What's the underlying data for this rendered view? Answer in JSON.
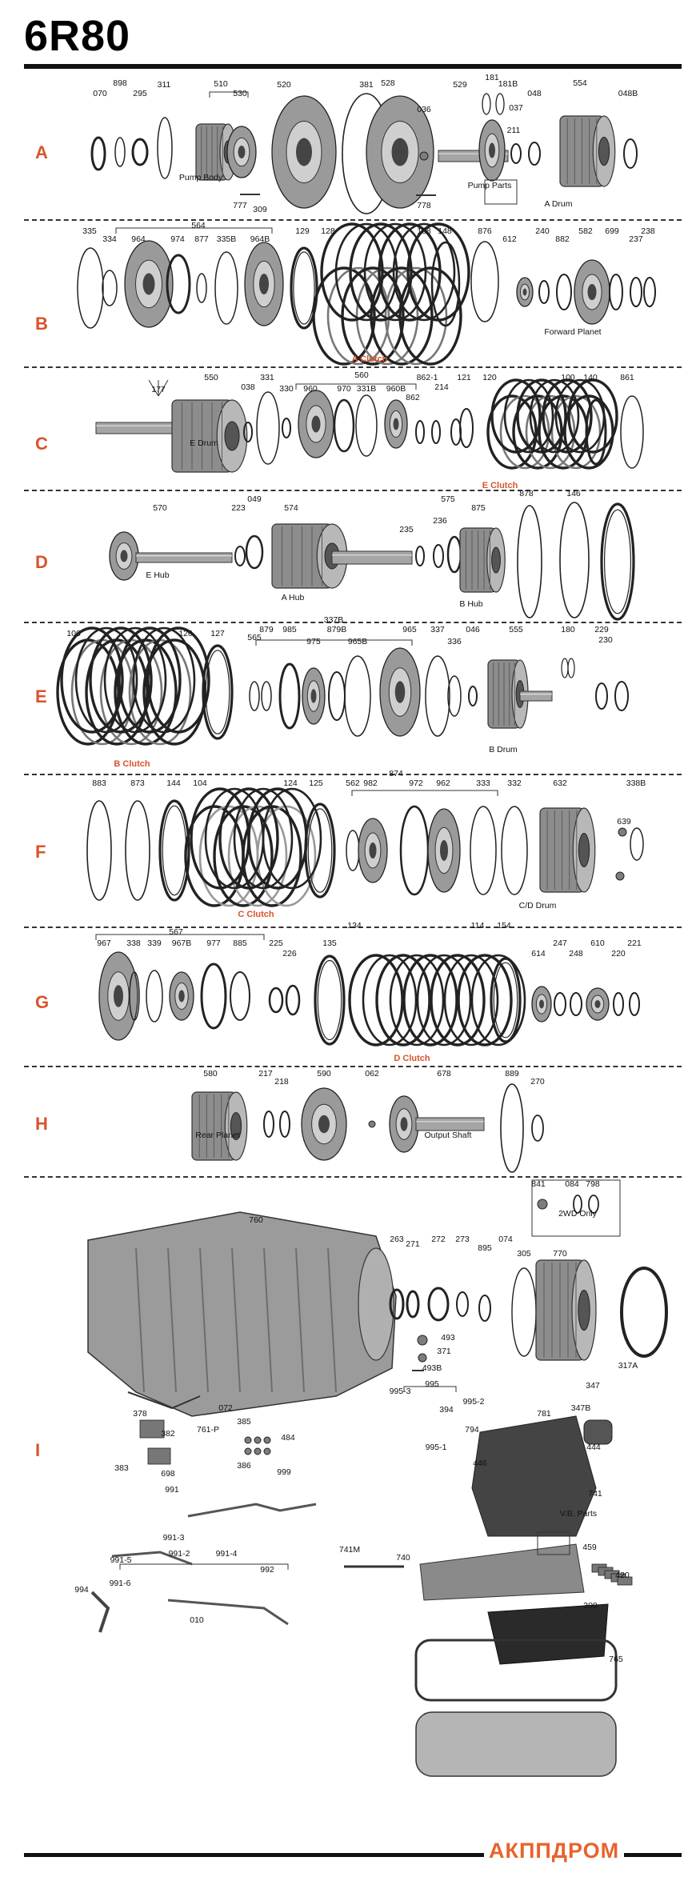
{
  "title": "6R80",
  "brand": "АКППДРОМ",
  "section_letters": [
    "A",
    "B",
    "C",
    "D",
    "E",
    "F",
    "G",
    "H",
    "I"
  ],
  "sections": [
    {
      "letter": "A",
      "numbers": [
        "070",
        "898",
        "295",
        "311",
        "510",
        "530",
        "520",
        "381",
        "528",
        "036",
        "529",
        "181",
        "181B",
        "037",
        "048",
        "554",
        "048B",
        "211",
        "777",
        "309",
        "778"
      ],
      "names": [
        "Pump Body",
        "Pump Parts",
        "A Drum"
      ],
      "highlights": []
    },
    {
      "letter": "B",
      "numbers": [
        "335",
        "334",
        "564",
        "964",
        "974",
        "877",
        "335B",
        "964B",
        "129",
        "128",
        "108",
        "148",
        "876",
        "612",
        "240",
        "882",
        "582",
        "699",
        "237",
        "238"
      ],
      "names": [
        "Forward Planet"
      ],
      "highlights": [
        "A Clutch"
      ]
    },
    {
      "letter": "C",
      "numbers": [
        "177",
        "550",
        "038",
        "331",
        "330",
        "560",
        "960",
        "970",
        "331B",
        "960B",
        "862-1",
        "862",
        "214",
        "121",
        "120",
        "100",
        "140",
        "861"
      ],
      "names": [
        "E Drum"
      ],
      "highlights": [
        "E Clutch"
      ]
    },
    {
      "letter": "D",
      "numbers": [
        "570",
        "223",
        "049",
        "574",
        "235",
        "236",
        "575",
        "875",
        "878",
        "146"
      ],
      "names": [
        "E Hub",
        "A Hub",
        "B Hub"
      ],
      "highlights": []
    },
    {
      "letter": "E",
      "numbers": [
        "106",
        "126",
        "127",
        "565",
        "879",
        "985",
        "975",
        "879B",
        "965B",
        "337B",
        "965",
        "337",
        "336",
        "046",
        "555",
        "180",
        "229",
        "230"
      ],
      "names": [
        "B Drum"
      ],
      "highlights": [
        "B Clutch"
      ]
    },
    {
      "letter": "F",
      "numbers": [
        "883",
        "873",
        "144",
        "104",
        "124",
        "125",
        "562",
        "874",
        "982",
        "972",
        "962",
        "333",
        "332",
        "632",
        "338B",
        "639"
      ],
      "names": [
        "C/D Drum"
      ],
      "highlights": [
        "C Clutch"
      ]
    },
    {
      "letter": "G",
      "numbers": [
        "567",
        "967",
        "338",
        "339",
        "967B",
        "977",
        "885",
        "225",
        "226",
        "135",
        "134",
        "114",
        "154",
        "614",
        "247",
        "248",
        "610",
        "220",
        "221"
      ],
      "names": [],
      "highlights": [
        "D Clutch"
      ]
    },
    {
      "letter": "H",
      "numbers": [
        "580",
        "217",
        "218",
        "590",
        "062",
        "678",
        "889",
        "270"
      ],
      "names": [
        "Rear Planet",
        "Output Shaft"
      ],
      "highlights": []
    },
    {
      "letter": "I",
      "numbers": [
        "760",
        "263",
        "271",
        "272",
        "273",
        "895",
        "074",
        "305",
        "841",
        "084",
        "798",
        "770",
        "317A",
        "493",
        "371",
        "493B",
        "995",
        "995-3",
        "995-2",
        "394",
        "995-1",
        "794",
        "781",
        "347",
        "347B",
        "444",
        "446",
        "741",
        "741M",
        "740",
        "459",
        "420",
        "378",
        "382",
        "383",
        "698",
        "072",
        "761-P",
        "385",
        "484",
        "386",
        "999",
        "991",
        "991-3",
        "991-5",
        "991-2",
        "991-4",
        "991-6",
        "992",
        "994",
        "010",
        "300",
        "765"
      ],
      "names": [
        "2WD Only",
        "V.B. Parts"
      ],
      "highlights": []
    }
  ]
}
